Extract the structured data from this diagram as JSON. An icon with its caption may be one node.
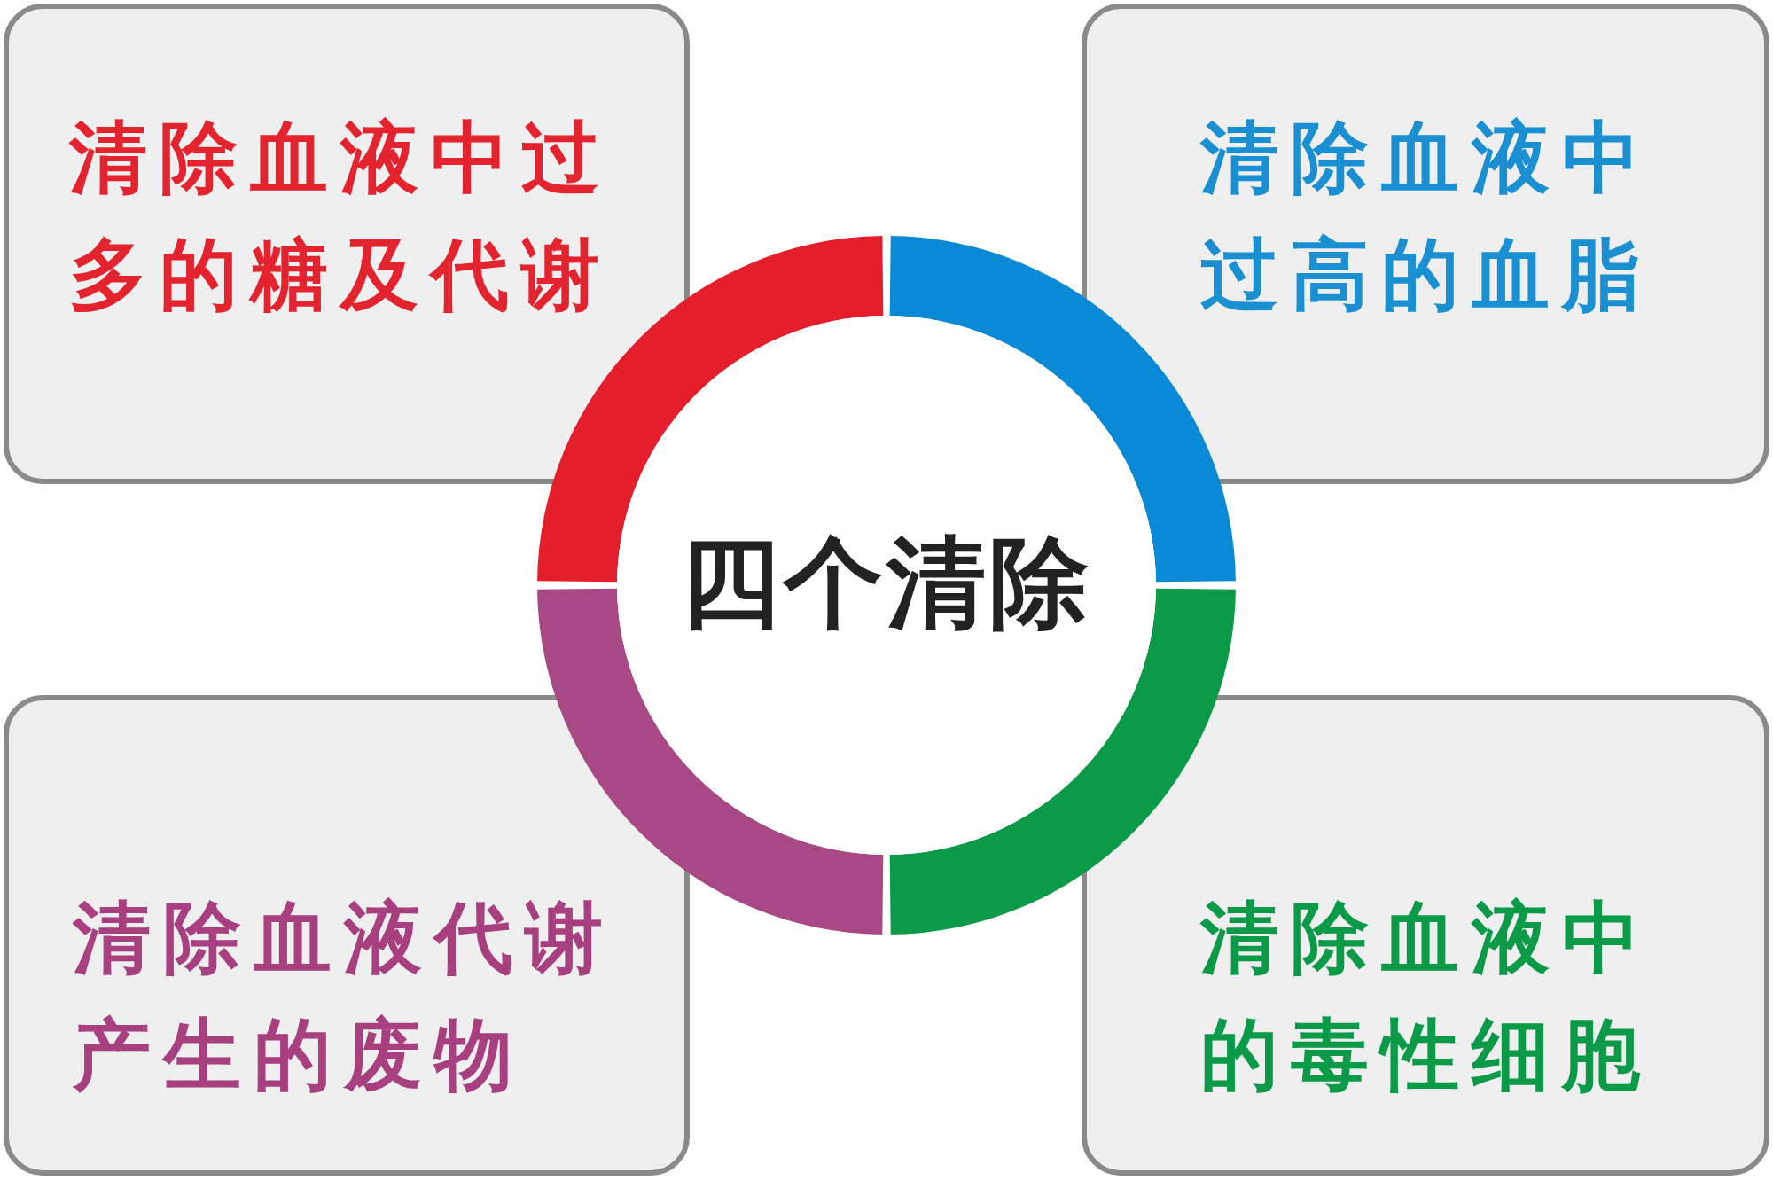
{
  "diagram": {
    "nodes": [
      {
        "text": [
          "清除血液中过多的糖及代谢"
        ]
      },
      {
        "text": [
          "清除血液中过高的血脂"
        ]
      },
      {
        "text": [
          "四个清除"
        ]
      },
      {
        "text": [
          "清除血液代谢产生的废物"
        ]
      },
      {
        "text": [
          "清除血液中的毒性细胞"
        ]
      }
    ]
  }
}
